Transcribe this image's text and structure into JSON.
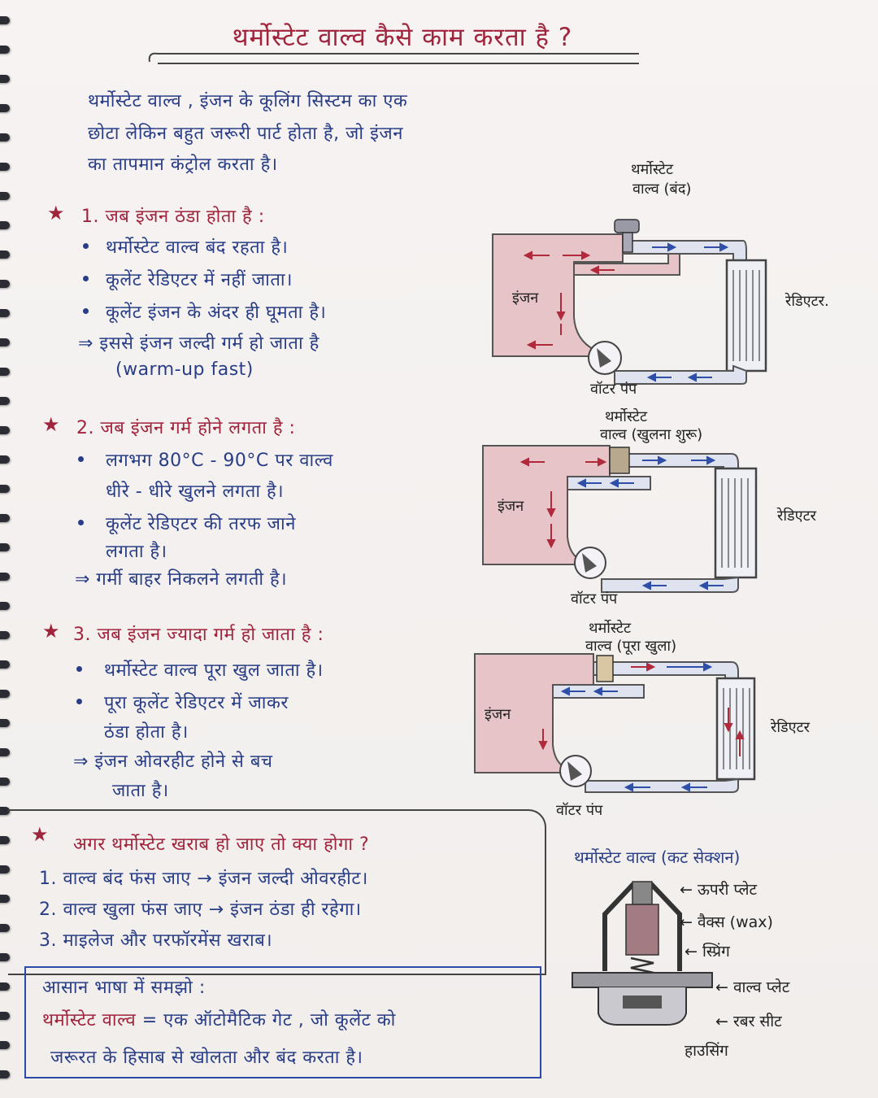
{
  "title": "थर्मोस्टेट वाल्व कैसे काम करता है ?",
  "intro": [
    "थर्मोस्टेट वाल्व , इंजन के कूलिंग सिस्टम का एक",
    "छोटा लेकिन बहुत जरूरी पार्ट होता है, जो इंजन",
    "का तापमान कंट्रोल करता है।"
  ],
  "sections": [
    {
      "heading": "1. जब इंजन ठंडा होता है :",
      "bullets": [
        "थर्मोस्टेट वाल्व बंद रहता है।",
        "कूलेंट रेडिएटर में नहीं जाता।",
        "कूलेंट इंजन के अंदर ही घूमता है।"
      ],
      "result": "⇒ इससे इंजन जल्दी गर्म हो जाता है",
      "result_extra": "(warm-up fast)"
    },
    {
      "heading": "2. जब इंजन गर्म होने लगता है :",
      "bullets": [
        "लगभग 80°C - 90°C पर वाल्व",
        "धीरे - धीरे खुलने लगता है।",
        "कूलेंट रेडिएटर की तरफ जाने",
        "लगता है।"
      ],
      "result": "⇒ गर्मी बाहर निकलने लगती है।"
    },
    {
      "heading": "3. जब इंजन ज्यादा गर्म हो जाता है :",
      "bullets": [
        "थर्मोस्टेट वाल्व पूरा खुल जाता है।",
        "पूरा कूलेंट रेडिएटर में जाकर",
        "ठंडा होता है।"
      ],
      "result": "⇒ इंजन ओवरहीट होने से बच",
      "result_extra": "जाता है।"
    }
  ],
  "faults": {
    "heading": "अगर थर्मोस्टेट खराब हो जाए तो क्या होगा ?",
    "items": [
      "1. वाल्व बंद फंस जाए → इंजन जल्दी ओवरहीट।",
      "2. वाल्व खुला फंस जाए → इंजन ठंडा ही रहेगा।",
      "3. माइलेज और परफॉरमेंस खराब।"
    ]
  },
  "summary": {
    "heading": "आसान भाषा में समझो :",
    "lead": "थर्मोस्टेट वाल्व",
    "line1_rest": " = एक ऑटोमैटिक गेट , जो कूलेंट को",
    "line2": "जरूरत के हिसाब से खोलता और बंद करता है।"
  },
  "diagrams": [
    {
      "valve_label_1": "थर्मोस्टेट",
      "valve_label_2": "वाल्व (बंद)",
      "engine": "इंजन",
      "radiator": "रेडिएटर.",
      "pump": "वॉटर पंप"
    },
    {
      "valve_label_1": "थर्मोस्टेट",
      "valve_label_2": "वाल्व (खुलना शुरू)",
      "engine": "इंजन",
      "radiator": "रेडिएटर",
      "pump": "वॉटर पंप"
    },
    {
      "valve_label_1": "थर्मोस्टेट",
      "valve_label_2": "वाल्व (पूरा खुला)",
      "engine": "इंजन",
      "radiator": "रेडिएटर",
      "pump": "वॉटर पंप"
    }
  ],
  "cutaway": {
    "title": "थर्मोस्टेट वाल्व (कट सेक्शन)",
    "parts": [
      "ऊपरी प्लेट",
      "वैक्स (wax)",
      "स्प्रिंग",
      "वाल्व प्लेट",
      "रबर सीट",
      "हाउसिंग"
    ]
  },
  "colors": {
    "ink_red": "#a0243c",
    "ink_blue": "#283d85",
    "engine_fill": "#e7c4c8",
    "pipe_fill": "#dfe3ef"
  }
}
